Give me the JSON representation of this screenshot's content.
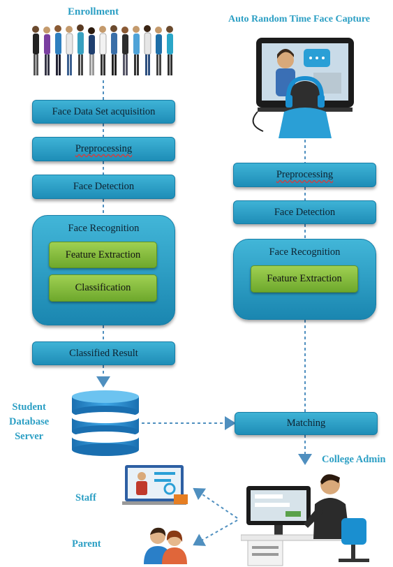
{
  "left_column": {
    "title": "Enrollment",
    "steps": [
      "Face Data Set acquisition",
      "Preprocessing",
      "Face Detection"
    ],
    "recognition": {
      "label": "Face Recognition",
      "sub": [
        "Feature Extraction",
        "Classification"
      ]
    },
    "result": "Classified Result"
  },
  "right_column": {
    "title": "Auto Random Time Face Capture",
    "steps": [
      "Preprocessing",
      "Face Detection"
    ],
    "recognition": {
      "label": "Face Recognition",
      "sub": [
        "Feature Extraction"
      ]
    },
    "matching": "Matching"
  },
  "database": {
    "label_lines": [
      "Student",
      "Database",
      "Server"
    ]
  },
  "admin": {
    "label": "College Admin"
  },
  "recipients": {
    "staff": "Staff",
    "parent": "Parent"
  },
  "colors": {
    "box": "#2ea3cb",
    "green": "#86bf3f",
    "title": "#2c9fc4",
    "connector": "#4f8fbf"
  }
}
